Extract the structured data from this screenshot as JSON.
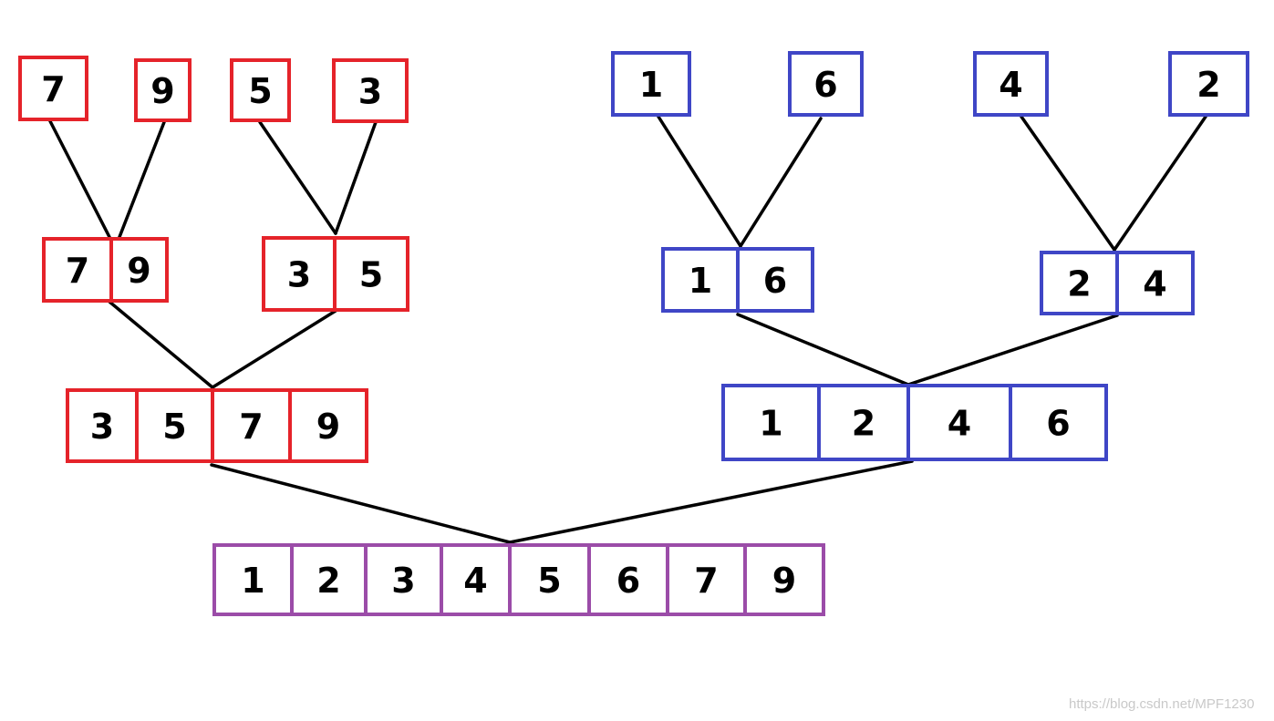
{
  "colors": {
    "left_branch": "#e5232a",
    "right_branch": "#3f46c6",
    "merged": "#9b4ca8",
    "edge": "#000000"
  },
  "nodes": [
    {
      "id": "leaf-7",
      "values": [
        "7"
      ],
      "color": "left_branch"
    },
    {
      "id": "leaf-9",
      "values": [
        "9"
      ],
      "color": "left_branch"
    },
    {
      "id": "leaf-5",
      "values": [
        "5"
      ],
      "color": "left_branch"
    },
    {
      "id": "leaf-3",
      "values": [
        "3"
      ],
      "color": "left_branch"
    },
    {
      "id": "pair-79",
      "values": [
        "7",
        "9"
      ],
      "color": "left_branch"
    },
    {
      "id": "pair-35",
      "values": [
        "3",
        "5"
      ],
      "color": "left_branch"
    },
    {
      "id": "quad-3579",
      "values": [
        "3",
        "5",
        "7",
        "9"
      ],
      "color": "left_branch"
    },
    {
      "id": "leaf-1",
      "values": [
        "1"
      ],
      "color": "right_branch"
    },
    {
      "id": "leaf-6",
      "values": [
        "6"
      ],
      "color": "right_branch"
    },
    {
      "id": "leaf-4",
      "values": [
        "4"
      ],
      "color": "right_branch"
    },
    {
      "id": "leaf-2",
      "values": [
        "2"
      ],
      "color": "right_branch"
    },
    {
      "id": "pair-16",
      "values": [
        "1",
        "6"
      ],
      "color": "right_branch"
    },
    {
      "id": "pair-24",
      "values": [
        "2",
        "4"
      ],
      "color": "right_branch"
    },
    {
      "id": "quad-1246",
      "values": [
        "1",
        "2",
        "4",
        "6"
      ],
      "color": "right_branch"
    },
    {
      "id": "final-sorted",
      "values": [
        "1",
        "2",
        "3",
        "4",
        "5",
        "6",
        "7",
        "9"
      ],
      "color": "merged"
    }
  ],
  "edges": [
    [
      "leaf-7",
      "pair-79"
    ],
    [
      "leaf-9",
      "pair-79"
    ],
    [
      "leaf-5",
      "pair-35"
    ],
    [
      "leaf-3",
      "pair-35"
    ],
    [
      "pair-79",
      "quad-3579"
    ],
    [
      "pair-35",
      "quad-3579"
    ],
    [
      "leaf-1",
      "pair-16"
    ],
    [
      "leaf-6",
      "pair-16"
    ],
    [
      "leaf-4",
      "pair-24"
    ],
    [
      "leaf-2",
      "pair-24"
    ],
    [
      "pair-16",
      "quad-1246"
    ],
    [
      "pair-24",
      "quad-1246"
    ],
    [
      "quad-3579",
      "final-sorted"
    ],
    [
      "quad-1246",
      "final-sorted"
    ]
  ],
  "watermark": "https://blog.csdn.net/MPF1230"
}
